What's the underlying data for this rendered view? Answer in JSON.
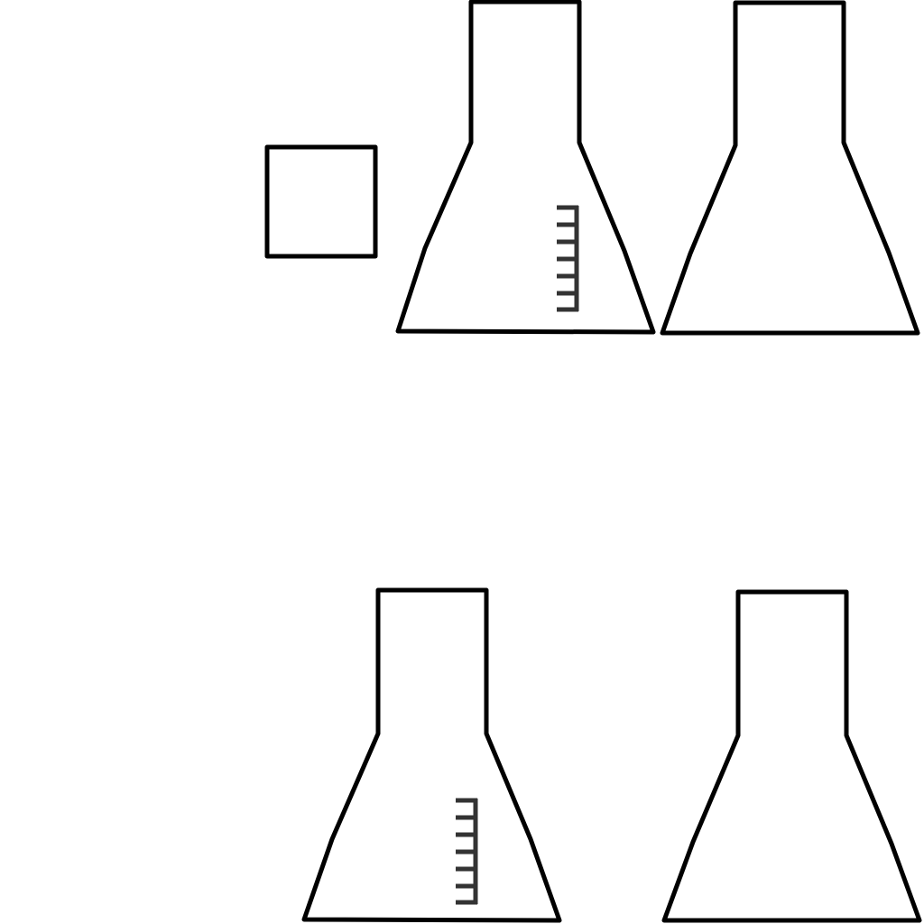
{
  "colors": {
    "background": "#ffffff",
    "outline": "#000000",
    "scale": "#333333"
  },
  "icons": {
    "square": "square-outline-icon",
    "flask": "erlenmeyer-flask-icon",
    "scale": "graduation-scale-icon"
  },
  "flasks": [
    {
      "position": "top-left",
      "has_scale": true
    },
    {
      "position": "top-right",
      "has_scale": false
    },
    {
      "position": "bottom-left",
      "has_scale": true
    },
    {
      "position": "bottom-right",
      "has_scale": false
    }
  ]
}
